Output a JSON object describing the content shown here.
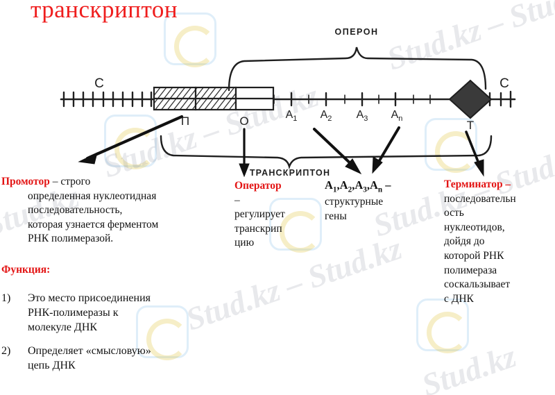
{
  "title": "транскриптон",
  "colors": {
    "accent_red": "#e31414",
    "title_red": "#ef1d1d",
    "text_black": "#141414",
    "ink": "#1a1a1a",
    "watermark": "rgba(140,145,160,0.20)"
  },
  "diagram": {
    "operon_label": "ОПЕРОН",
    "transcripton_label": "ТРАНСКРИПТОН",
    "strand_left_label": "С",
    "strand_right_label": "С",
    "promoter_marker": "П",
    "operator_marker": "О",
    "terminator_marker": "Т",
    "gene_markers": [
      {
        "label": "A",
        "sub": "1"
      },
      {
        "label": "A",
        "sub": "2"
      },
      {
        "label": "A",
        "sub": "3"
      },
      {
        "label": "A",
        "sub": "n"
      }
    ]
  },
  "promoter": {
    "heading": "Промотор",
    "dash_and_first": " – строго",
    "lines": [
      "определенная нуклеотидная",
      "последовательность,",
      "которая узнается ферментом",
      "РНК полимеразой."
    ]
  },
  "function": {
    "heading": "Функция:",
    "items": [
      {
        "num": "1)",
        "lines": [
          "Это место присоединения",
          "РНК-полимеразы к",
          "молекуле ДНК"
        ]
      },
      {
        "num": "2)",
        "lines": [
          "Определяет «смысловую»",
          "цепь ДНК"
        ]
      }
    ]
  },
  "operator": {
    "heading": "Оператор",
    "lines": [
      "–",
      "регулирует",
      "транскрип",
      "цию"
    ]
  },
  "genes": {
    "heading_parts": [
      {
        "base": "A",
        "sub": "1",
        "sep": ","
      },
      {
        "base": "A",
        "sub": "2",
        "sep": ","
      },
      {
        "base": "A",
        "sub": "3",
        "sep": ","
      },
      {
        "base": "A",
        "sub": "n",
        "sep": " –"
      }
    ],
    "heading_plain": "A1,A2,A3,An –",
    "lines": [
      "структурные",
      "гены"
    ]
  },
  "terminator": {
    "heading": "Терминатор –",
    "lines": [
      "последовательн",
      "ость",
      "нуклеотидов,",
      "дойдя до",
      "которой РНК",
      "полимераза",
      "соскальзывает",
      "с ДНК"
    ]
  },
  "watermark": {
    "text": "Stud.kz – Stud.kz",
    "short": "Stud.kz"
  }
}
